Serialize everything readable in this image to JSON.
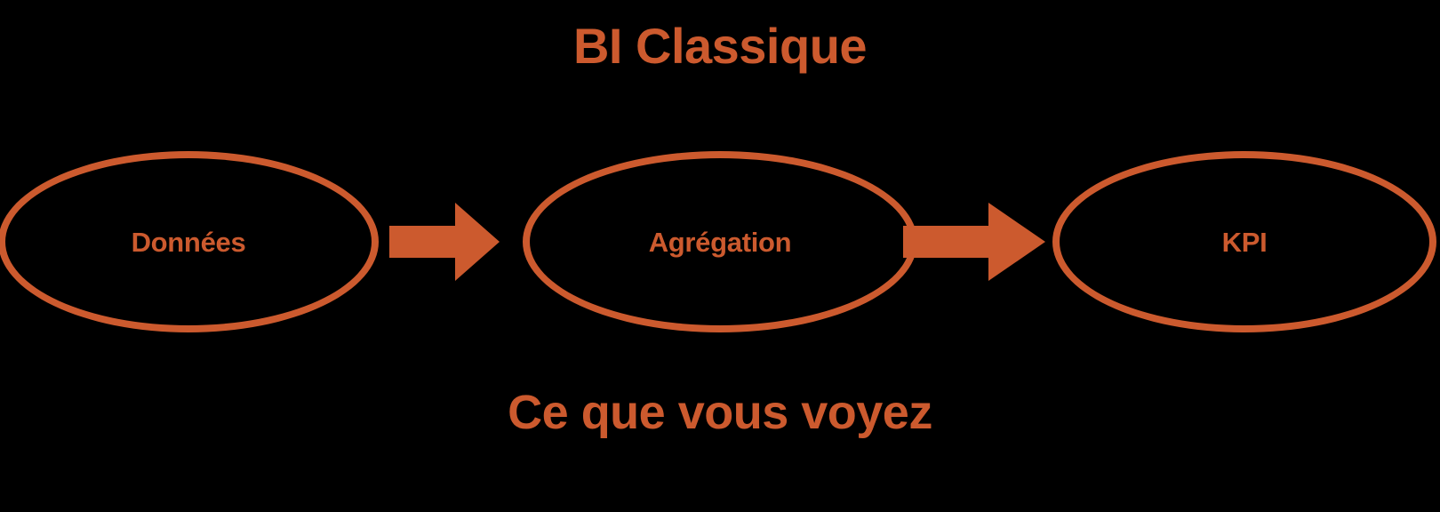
{
  "theme": {
    "background": "#000000",
    "accent": "#cc5a2e"
  },
  "diagram": {
    "title": "BI Classique",
    "caption": "Ce que vous voyez",
    "stages": [
      {
        "label": "Données"
      },
      {
        "label": "Agrégation"
      },
      {
        "label": "KPI"
      }
    ],
    "connectors": [
      {
        "icon": "right-arrow-icon",
        "from": "Données",
        "to": "Agrégation"
      },
      {
        "icon": "right-arrow-icon",
        "from": "Agrégation",
        "to": "KPI"
      }
    ]
  },
  "chart_data": {
    "type": "diagram",
    "title": "BI Classique",
    "subtitle": "Ce que vous voyez",
    "nodes": [
      "Données",
      "Agrégation",
      "KPI"
    ],
    "edges": [
      [
        "Données",
        "Agrégation"
      ],
      [
        "Agrégation",
        "KPI"
      ]
    ]
  }
}
